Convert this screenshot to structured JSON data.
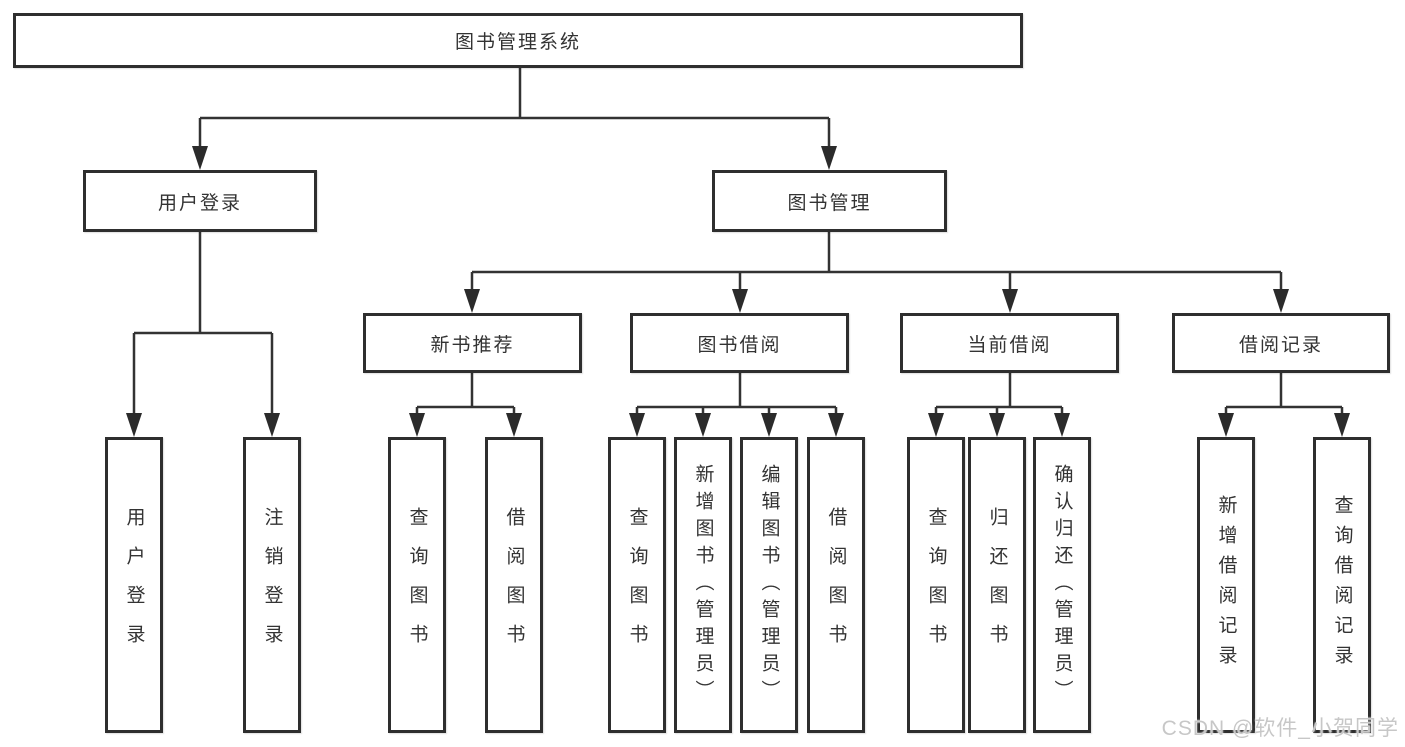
{
  "diagram": {
    "title": "图书管理系统",
    "tree": {
      "root": {
        "label": "图书管理系统"
      },
      "branches": [
        {
          "label": "用户登录",
          "children": [
            {
              "label": "用户登录"
            },
            {
              "label": "注销登录"
            }
          ]
        },
        {
          "label": "图书管理",
          "children": [
            {
              "label": "新书推荐",
              "children": [
                {
                  "label": "查询图书"
                },
                {
                  "label": "借阅图书"
                }
              ]
            },
            {
              "label": "图书借阅",
              "children": [
                {
                  "label": "查询图书"
                },
                {
                  "label": "新增图书（管理员）"
                },
                {
                  "label": "编辑图书（管理员）"
                },
                {
                  "label": "借阅图书"
                }
              ]
            },
            {
              "label": "当前借阅",
              "children": [
                {
                  "label": "查询图书"
                },
                {
                  "label": "归还图书"
                },
                {
                  "label": "确认归还（管理员）"
                }
              ]
            },
            {
              "label": "借阅记录",
              "children": [
                {
                  "label": "新增借阅记录"
                },
                {
                  "label": "查询借阅记录"
                }
              ]
            }
          ]
        }
      ]
    },
    "colors": {
      "line": "#333333",
      "box_border": "#2e2e2e",
      "text": "#333333",
      "watermark": "#c7c7c7"
    },
    "watermark": "CSDN @软件_小贺同学"
  }
}
